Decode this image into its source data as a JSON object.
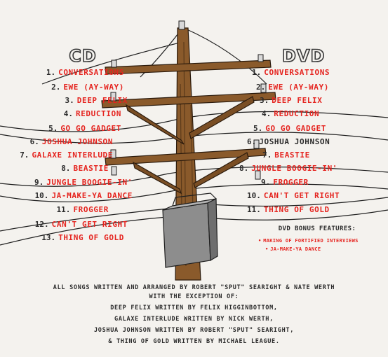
{
  "cd": {
    "heading": "CD",
    "tracks": [
      {
        "num": "1.",
        "name": "CONVERSATIONS"
      },
      {
        "num": "2.",
        "name": "EWE (AY-WAY)"
      },
      {
        "num": "3.",
        "name": "DEEP FELIX"
      },
      {
        "num": "4.",
        "name": "REDUCTION"
      },
      {
        "num": "5.",
        "name": "GO GO GADGET"
      },
      {
        "num": "6.",
        "name": "JOSHUA JOHNSON"
      },
      {
        "num": "7.",
        "name": "GALAXE INTERLUDE"
      },
      {
        "num": "8.",
        "name": "BEASTIE"
      },
      {
        "num": "9.",
        "name": "JUNGLE BOOGIE-IN'"
      },
      {
        "num": "10.",
        "name": "JA-MAKE-YA DANCE"
      },
      {
        "num": "11.",
        "name": "FROGGER"
      },
      {
        "num": "12.",
        "name": "CAN'T GET RIGHT"
      },
      {
        "num": "13.",
        "name": "THING OF GOLD"
      }
    ]
  },
  "dvd": {
    "heading": "DVD",
    "tracks": [
      {
        "num": "1.",
        "name": "CONVERSATIONS"
      },
      {
        "num": "2.",
        "name": "EWE (AY-WAY)"
      },
      {
        "num": "3.",
        "name": "DEEP FELIX"
      },
      {
        "num": "4.",
        "name": "REDUCTION"
      },
      {
        "num": "5.",
        "name": "GO GO GADGET"
      },
      {
        "num": "6.",
        "name": "JOSHUA JOHNSON"
      },
      {
        "num": "7.",
        "name": "BEASTIE"
      },
      {
        "num": "8.",
        "name": "JUNGLE BOOGIE-IN'"
      },
      {
        "num": "9.",
        "name": "FROGGER"
      },
      {
        "num": "10.",
        "name": "CAN'T GET RIGHT"
      },
      {
        "num": "11.",
        "name": "THING OF GOLD"
      }
    ],
    "bonus_heading": "DVD BONUS FEATURES:",
    "bonus_items": [
      "MAKING OF FORTIFIED INTERVIEWS",
      "JA-MAKE-YA DANCE"
    ]
  },
  "credits": {
    "line1": "ALL SONGS WRITTEN AND ARRANGED BY ROBERT \"SPUT\" SEARIGHT & NATE WERTH",
    "line2": "WITH THE EXCEPTION OF:",
    "line3": "DEEP FELIX WRITTEN BY FELIX HIGGINBOTTOM,",
    "line4": "GALAXE INTERLUDE WRITTEN BY NICK WERTH,",
    "line5": "JOSHUA JOHNSON WRITTEN BY ROBERT \"SPUT\" SEARIGHT,",
    "line6": "& THING OF GOLD WRITTEN BY MICHAEL LEAGUE."
  },
  "colors": {
    "background": "#f4f2ee",
    "track_red": "#e5241f",
    "ink": "#2b2b2b",
    "pole_wood": "#8a5a2b",
    "transformer_gray": "#8d8d8d"
  }
}
